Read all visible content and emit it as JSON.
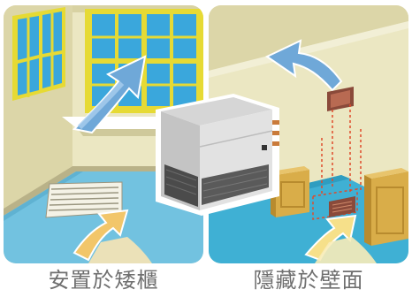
{
  "captions": {
    "left": "安置於矮櫃",
    "right": "隱藏於壁面"
  },
  "colors": {
    "wall": "#e8e4bd",
    "floor_left": "#72c2e0",
    "floor_right": "#3fb0d4",
    "window_frame": "#e6da34",
    "window_glass": "#3aa7dc",
    "outflow_arrow": "#6fa8d8",
    "inflow_arrow": "#f2c66a",
    "cabinet": "#d9ad49",
    "duct": "#8a4a3a"
  },
  "icons": {
    "left_scene": "floor-console-scene",
    "right_scene": "concealed-wall-scene",
    "unit": "fan-coil-unit"
  }
}
